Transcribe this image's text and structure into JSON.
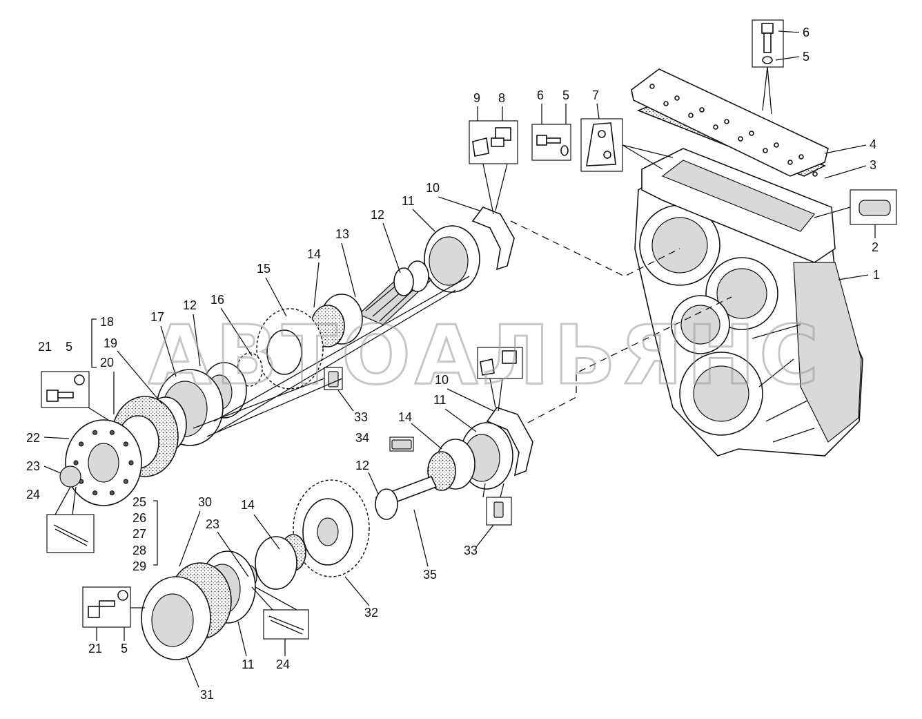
{
  "watermark": "АВТОАЛЬЯНС",
  "callouts": [
    "1",
    "2",
    "3",
    "4",
    "5",
    "6",
    "7",
    "8",
    "9",
    "10",
    "11",
    "12",
    "13",
    "14",
    "15",
    "16",
    "17",
    "18",
    "19",
    "20",
    "21",
    "22",
    "23",
    "24",
    "25",
    "26",
    "27",
    "28",
    "29",
    "30",
    "31",
    "32",
    "33",
    "34",
    "35"
  ]
}
